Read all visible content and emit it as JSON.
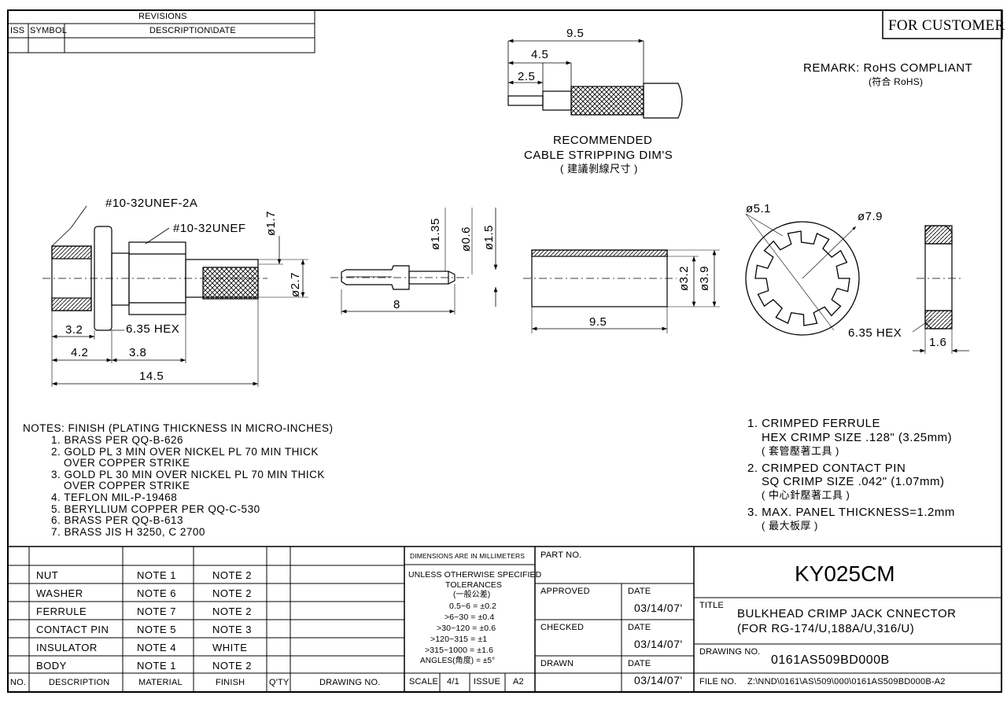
{
  "revisions": {
    "header": "REVISIONS",
    "col_iss": "ISS",
    "col_symbol": "SYMBOL",
    "col_desc": "DESCRIPTION\\DATE"
  },
  "for_customer": "FOR CUSTOMER",
  "remark": {
    "line1": "REMARK: RoHS COMPLIANT",
    "line2": "(符合 RoHS)"
  },
  "stripping": {
    "dims": [
      "9.5",
      "4.5",
      "2.5"
    ],
    "caption1": "RECOMMENDED",
    "caption2": "CABLE STRIPPING DIM'S",
    "caption3": "( 建議剝線尺寸 )"
  },
  "main_view": {
    "thread1": "#10-32UNEF-2A",
    "thread2": "#10-32UNEF",
    "d17": "ø1.7",
    "d27": "ø2.7",
    "hex": "6.35 HEX",
    "dim32": "3.2",
    "dim42": "4.2",
    "dim38": "3.8",
    "dim145": "14.5"
  },
  "pin_view": {
    "d135": "ø1.35",
    "d06": "ø0.6",
    "d15": "ø1.5",
    "len": "8"
  },
  "ferrule_view": {
    "d32": "ø3.2",
    "d39": "ø3.9",
    "len": "9.5"
  },
  "washer_view": {
    "d51": "ø5.1",
    "d79": "ø7.9"
  },
  "nut_view": {
    "hex": "6.35 HEX",
    "thk": "1.6"
  },
  "notes": {
    "title": "NOTES: FINISH (PLATING THICKNESS IN MICRO-INCHES)",
    "lines": [
      "1. BRASS PER QQ-B-626",
      "2. GOLD PL 3 MIN OVER NICKEL PL 70 MIN THICK",
      "OVER COPPER STRIKE",
      "3. GOLD PL 30 MIN OVER NICKEL PL 70 MIN THICK",
      "OVER COPPER STRIKE",
      "4. TEFLON MIL-P-19468",
      "5. BERYLLIUM COPPER PER QQ-C-530",
      "6. BRASS PER QQ-B-613",
      "7. BRASS JIS H 3250, C 2700"
    ]
  },
  "crimp_notes": {
    "l1": "1. CRIMPED FERRULE",
    "l2": "HEX CRIMP SIZE .128\" (3.25mm)",
    "l3": "( 套管壓著工具 )",
    "l4": "2. CRIMPED CONTACT PIN",
    "l5": "SQ CRIMP SIZE .042\" (1.07mm)",
    "l6": "( 中心針壓著工具 )",
    "l7": "3. MAX. PANEL THICKNESS=1.2mm",
    "l8": "( 最大板厚 )"
  },
  "bom": {
    "rows": [
      {
        "desc": "NUT",
        "material": "NOTE 1",
        "finish": "NOTE 2"
      },
      {
        "desc": "WASHER",
        "material": "NOTE 6",
        "finish": "NOTE 2"
      },
      {
        "desc": "FERRULE",
        "material": "NOTE 7",
        "finish": "NOTE 2"
      },
      {
        "desc": "CONTACT PIN",
        "material": "NOTE 5",
        "finish": "NOTE 3"
      },
      {
        "desc": "INSULATOR",
        "material": "NOTE 4",
        "finish": "WHITE"
      },
      {
        "desc": "BODY",
        "material": "NOTE 1",
        "finish": "NOTE 2"
      }
    ],
    "headers": {
      "no": "NO.",
      "desc": "DESCRIPTION",
      "material": "MATERIAL",
      "finish": "FINISH",
      "qty": "Q'TY",
      "drawing": "DRAWING NO."
    }
  },
  "tolerance": {
    "units": "DIMENSIONS ARE IN MILLIMETERS",
    "l1": "UNLESS OTHERWISE SPECIFIED",
    "l2": "TOLERANCES",
    "l3": "(一般公差)",
    "rows": [
      "0.5~6 = ±0.2",
      ">6~30 = ±0.4",
      ">30~120 = ±0.6",
      ">120~315 = ±1",
      ">315~1000 = ±1.6",
      "ANGLES(角度) = ±5°"
    ]
  },
  "scale": {
    "label": "SCALE",
    "value": "4/1",
    "issue_label": "ISSUE",
    "issue_value": "A2"
  },
  "approvals": {
    "part_no": "PART NO.",
    "approved": "APPROVED",
    "checked": "CHECKED",
    "drawn": "DRAWN",
    "date_label": "DATE",
    "date": "03/14/07'"
  },
  "title_block": {
    "part": "KY025CM",
    "title_label": "TITLE",
    "title1": "BULKHEAD CRIMP JACK CNNECTOR",
    "title2": "(FOR RG-174/U,188A/U,316/U)",
    "drawing_label": "DRAWING NO.",
    "drawing_no": "0161AS509BD000B",
    "file_label": "FILE NO.",
    "file_no": "Z:\\NND\\0161\\AS\\509\\000\\0161AS509BD000B-A2"
  }
}
